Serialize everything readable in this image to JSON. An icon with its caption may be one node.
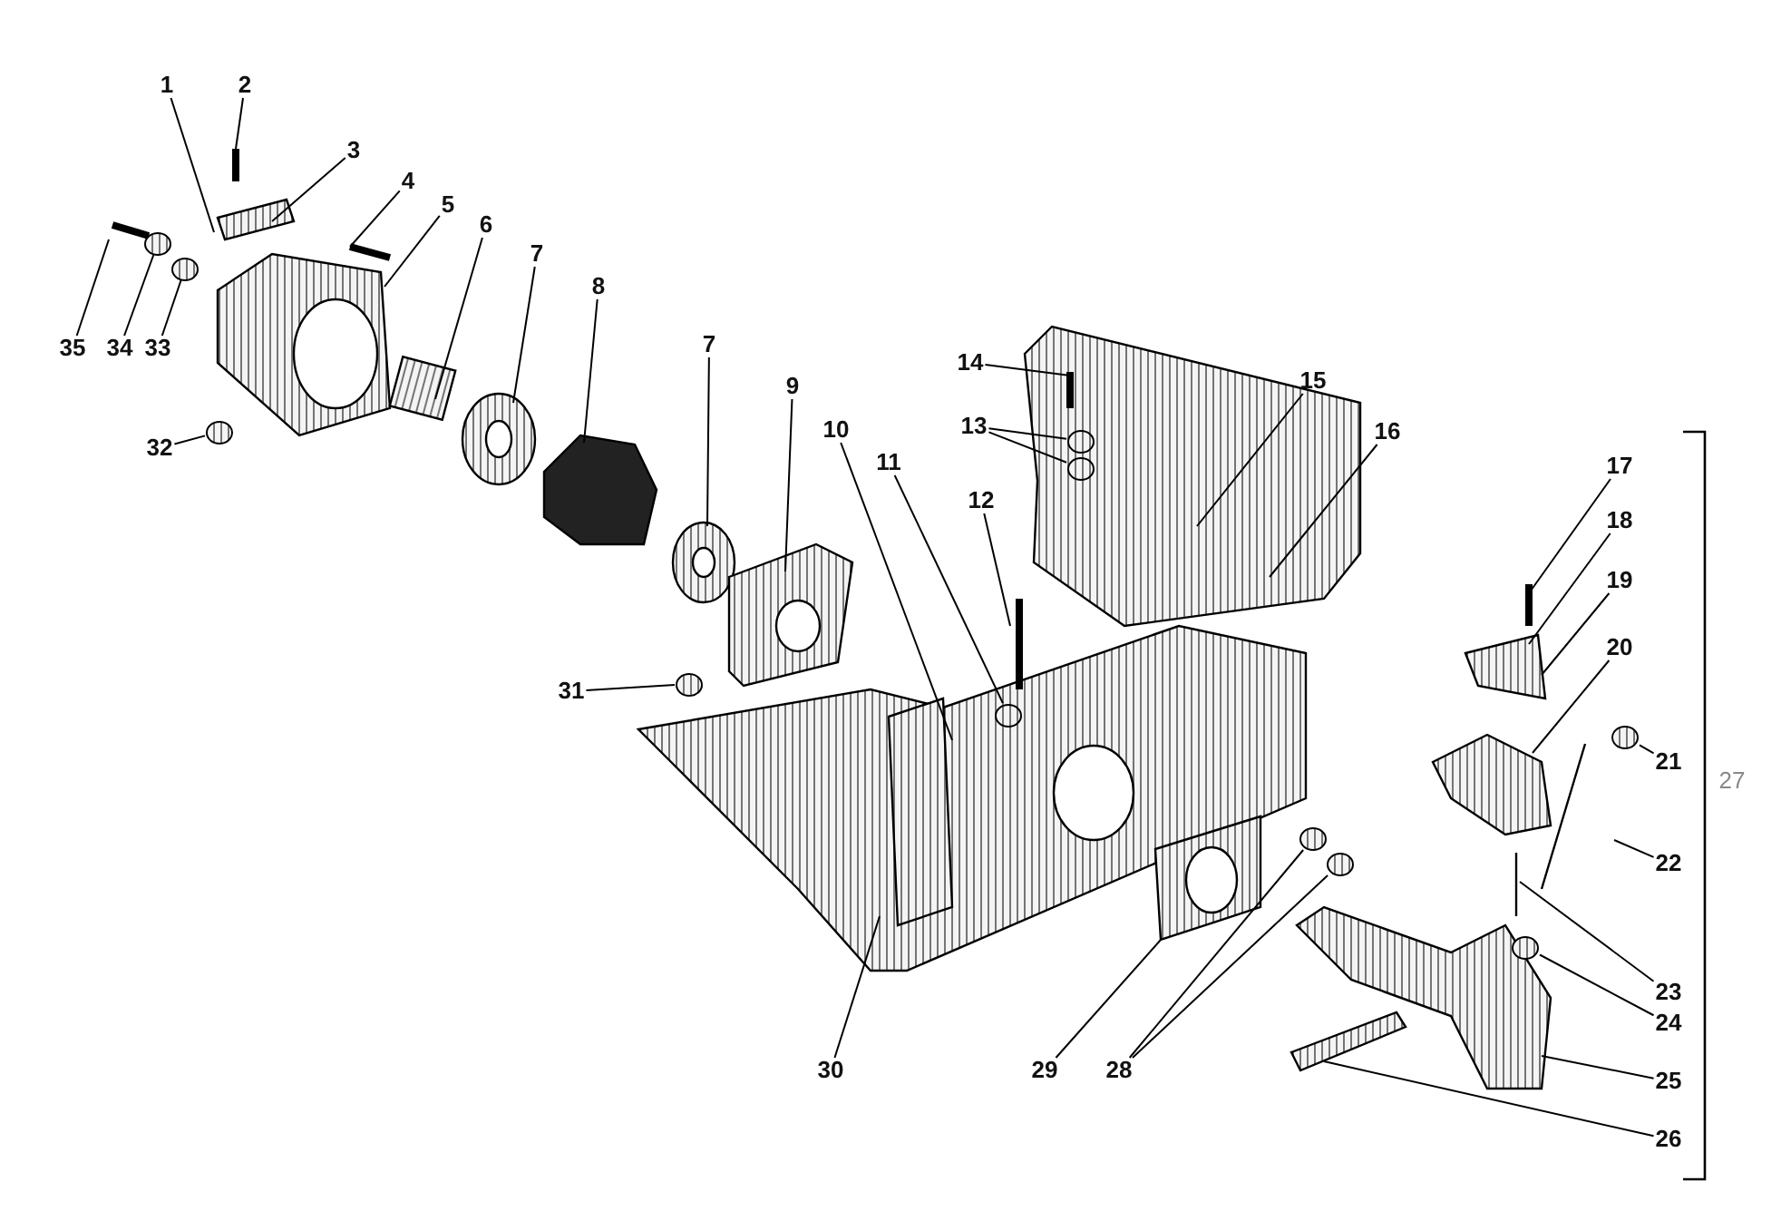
{
  "diagram": {
    "nodes": [
      {
        "text": [
          "1"
        ]
      },
      {
        "text": [
          "2"
        ]
      },
      {
        "text": [
          "3"
        ]
      },
      {
        "text": [
          "4"
        ]
      },
      {
        "text": [
          "5"
        ]
      },
      {
        "text": [
          "6"
        ]
      },
      {
        "text": [
          "7"
        ]
      },
      {
        "text": [
          "8"
        ]
      },
      {
        "text": [
          "7"
        ]
      },
      {
        "text": [
          "9"
        ]
      },
      {
        "text": [
          "10"
        ]
      },
      {
        "text": [
          "11"
        ]
      },
      {
        "text": [
          "12"
        ]
      },
      {
        "text": [
          "13"
        ]
      },
      {
        "text": [
          "14"
        ]
      },
      {
        "text": [
          "15"
        ]
      },
      {
        "text": [
          "16"
        ]
      },
      {
        "text": [
          "17"
        ]
      },
      {
        "text": [
          "18"
        ]
      },
      {
        "text": [
          "19"
        ]
      },
      {
        "text": [
          "20"
        ]
      },
      {
        "text": [
          "21"
        ]
      },
      {
        "text": [
          "22"
        ]
      },
      {
        "text": [
          "23"
        ]
      },
      {
        "text": [
          "24"
        ]
      },
      {
        "text": [
          "25"
        ]
      },
      {
        "text": [
          "26"
        ]
      },
      {
        "text": [
          "28"
        ]
      },
      {
        "text": [
          "29"
        ]
      },
      {
        "text": [
          "30"
        ]
      },
      {
        "text": [
          "31"
        ]
      },
      {
        "text": [
          "32"
        ]
      },
      {
        "text": [
          "33"
        ]
      },
      {
        "text": [
          "34"
        ]
      },
      {
        "text": [
          "35"
        ]
      },
      {
        "text": [],
        "shape": "circle"
      },
      {
        "text": [],
        "shape": "circle"
      },
      {
        "text": [],
        "shape": "circle"
      },
      {
        "text": [],
        "shape": "circle"
      },
      {
        "text": [],
        "shape": "circle"
      },
      {
        "text": [],
        "shape": "circle"
      },
      {
        "text": [],
        "shape": "circle"
      },
      {
        "text": [],
        "shape": "circle"
      },
      {
        "text": [],
        "shape": "circle"
      },
      {
        "text": [],
        "shape": "circle"
      },
      {
        "text": [],
        "shape": "circle"
      }
    ],
    "edges": [
      {
        "from": 0,
        "to": null,
        "arrow": "none"
      },
      {
        "from": 1,
        "to": null,
        "arrow": "none"
      },
      {
        "from": 2,
        "to": null,
        "arrow": "none"
      },
      {
        "from": 3,
        "to": null,
        "arrow": "none"
      },
      {
        "from": 4,
        "to": null,
        "arrow": "none"
      },
      {
        "from": 5,
        "to": null,
        "arrow": "none"
      },
      {
        "from": 6,
        "to": null,
        "arrow": "none"
      },
      {
        "from": 7,
        "to": null,
        "arrow": "none"
      },
      {
        "from": 8,
        "to": null,
        "arrow": "none"
      },
      {
        "from": 9,
        "to": null,
        "arrow": "none"
      },
      {
        "from": 10,
        "to": null,
        "arrow": "none"
      },
      {
        "from": 11,
        "to": 37,
        "arrow": "none"
      },
      {
        "from": 12,
        "to": null,
        "arrow": "none"
      },
      {
        "from": 13,
        "to": 35,
        "arrow": "none"
      },
      {
        "from": 13,
        "to": 36,
        "arrow": "none"
      },
      {
        "from": 14,
        "to": null,
        "arrow": "none"
      },
      {
        "from": 15,
        "to": null,
        "arrow": "none"
      },
      {
        "from": 16,
        "to": null,
        "arrow": "none"
      },
      {
        "from": 17,
        "to": null,
        "arrow": "none"
      },
      {
        "from": 18,
        "to": null,
        "arrow": "none"
      },
      {
        "from": 19,
        "to": null,
        "arrow": "none"
      },
      {
        "from": 20,
        "to": null,
        "arrow": "none"
      },
      {
        "from": 21,
        "to": 44,
        "arrow": "none"
      },
      {
        "from": 22,
        "to": null,
        "arrow": "none"
      },
      {
        "from": 23,
        "to": null,
        "arrow": "none"
      },
      {
        "from": 24,
        "to": 45,
        "arrow": "none"
      },
      {
        "from": 25,
        "to": null,
        "arrow": "none"
      },
      {
        "from": 26,
        "to": null,
        "arrow": "none"
      },
      {
        "from": 27,
        "to": 38,
        "arrow": "none"
      },
      {
        "from": 27,
        "to": 39,
        "arrow": "none"
      },
      {
        "from": 28,
        "to": null,
        "arrow": "none"
      },
      {
        "from": 29,
        "to": null,
        "arrow": "none"
      },
      {
        "from": 30,
        "to": 40,
        "arrow": "none"
      },
      {
        "from": 31,
        "to": 41,
        "arrow": "none"
      },
      {
        "from": 32,
        "to": 42,
        "arrow": "none"
      },
      {
        "from": 33,
        "to": 43,
        "arrow": "none"
      },
      {
        "from": 34,
        "to": null,
        "arrow": "none"
      }
    ],
    "labels": [
      "27"
    ]
  }
}
